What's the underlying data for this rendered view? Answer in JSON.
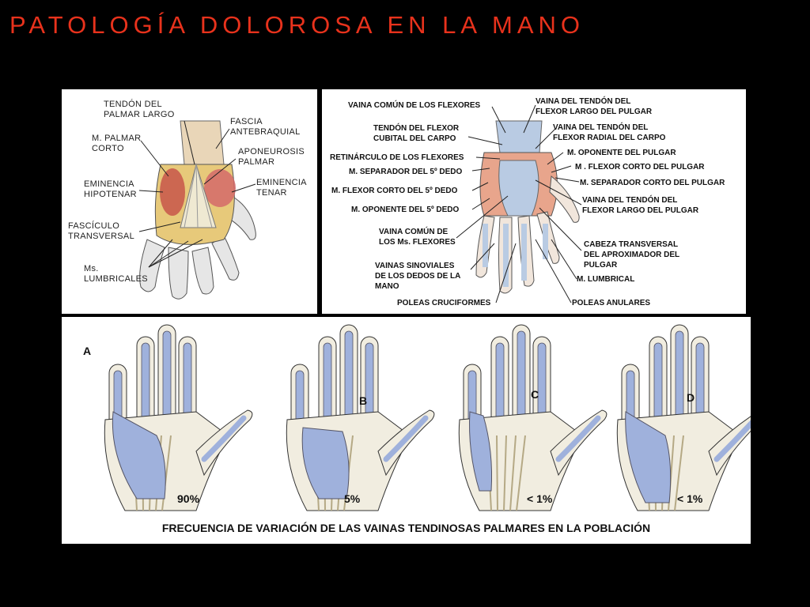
{
  "slide": {
    "title": "PATOLOGÍA DOLOROSA EN LA MANO"
  },
  "figure_left": {
    "labels": {
      "tendon_palmar_largo": "TENDÓN DEL\nPALMAR LARGO",
      "fascia": "FASCIA\nANTEBRAQUIAL",
      "palmar_corto": "M. PALMAR\nCORTO",
      "aponeurosis": "APONEUROSIS\nPALMAR",
      "eminencia_hipotenar": "EMINENCIA\nHIPOTENAR",
      "eminencia_tenar": "EMINENCIA\nTENAR",
      "fasciculo": "FASCÍCULO\nTRANSVERSAL",
      "lumbricales": "Ms.\nLUMBRICALES"
    }
  },
  "figure_right": {
    "labels": {
      "vaina_comun": "VAINA COMÚN DE LOS FLEXORES",
      "tendon_cubital": "TENDÓN DEL FLEXOR\nCUBITAL DEL CARPO",
      "retinaculo": "RETINÁRCULO DE LOS FLEXORES",
      "separador_5": "M. SEPARADOR DEL 5º DEDO",
      "flexor_corto_5": "M. FLEXOR CORTO DEL 5º DEDO",
      "oponente_5": "M. OPONENTE DEL 5º DEDO",
      "vaina_comun_ms": "VAINA COMÚN DE\nLOS Ms. FLEXORES",
      "vainas_sinoviales": "VAINAS SINOVIALES\nDE LOS DEDOS DE LA\nMANO",
      "poleas_cruciformes": "POLEAS CRUCIFORMES",
      "vaina_flexor_largo_pulgar": "VAINA DEL TENDÓN DEL\nFLEXOR LARGO DEL PULGAR",
      "vaina_flexor_radial": "VAINA DEL TENDÓN DEL\nFLEXOR RADIAL DEL CARPO",
      "oponente_pulgar": "M. OPONENTE DEL PULGAR",
      "flexor_corto_pulgar": "M . FLEXOR CORTO DEL PULGAR",
      "separador_corto_pulgar": "M. SEPARADOR CORTO DEL PULGAR",
      "vaina_flexor_largo_pulgar_2": "VAINA DEL TENDÓN DEL\nFLEXOR LARGO DEL PULGAR",
      "cabeza_transversal": "CABEZA TRANSVERSAL\nDEL APROXIMADOR DEL\nPULGAR",
      "lumbrical": "M. LUMBRICAL",
      "poleas_anulares": "POLEAS ANULARES"
    }
  },
  "figure_bottom": {
    "caption": "FRECUENCIA DE VARIACIÓN DE LAS VAINAS TENDINOSAS PALMARES EN LA POBLACIÓN",
    "variants": [
      {
        "letter": "A",
        "percent": "90%"
      },
      {
        "letter": "B",
        "percent": "5%"
      },
      {
        "letter": "C",
        "percent": "< 1%"
      },
      {
        "letter": "D",
        "percent": "< 1%"
      }
    ],
    "colors": {
      "sheath": "#9fb1dc",
      "skin": "#f1ede0",
      "outline": "#333333"
    }
  }
}
